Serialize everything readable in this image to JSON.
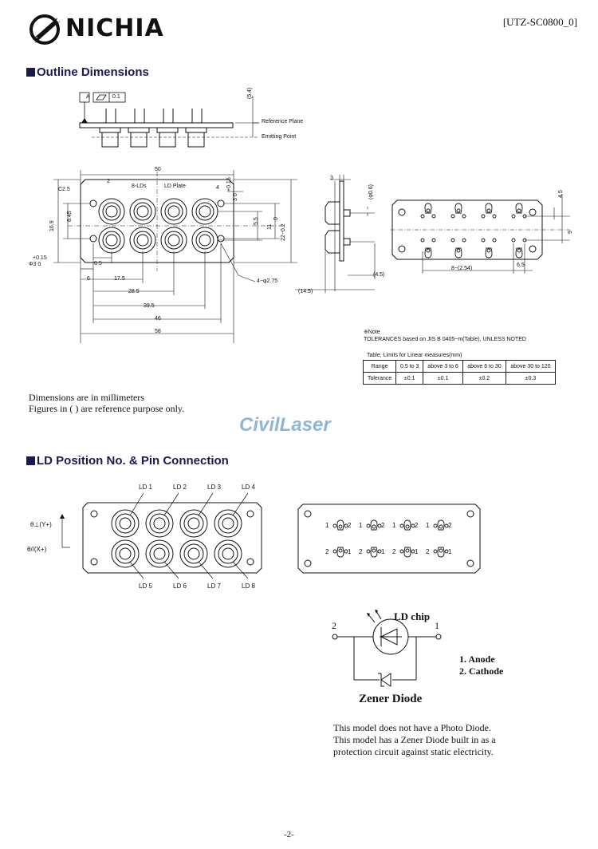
{
  "header": {
    "brand": "NICHIA",
    "doc_id": "[UTZ-SC0800_0]"
  },
  "outline": {
    "title": "Outline Dimensions",
    "side_labels": {
      "ref_plane": "Reference Plane",
      "emit_point": "Emitting Point",
      "dim_54": "(5.4)"
    },
    "datum": {
      "a": "A",
      "flat": "0.1"
    },
    "front_labels": {
      "w50": "50",
      "c25": "C2.5",
      "two": "2",
      "ld8": "8-LDs",
      "ldplate": "LD Plate",
      "four": "4",
      "d169": "16.9",
      "d845": "8.45",
      "phi3": "Φ3  0",
      "phi3tol": "+0.15",
      "d65": "6.5",
      "d6": "6",
      "d175": "17.5",
      "d285": "28.5",
      "d395": "39.5",
      "d46": "46",
      "d58": "58",
      "holes": "4−φ2.75",
      "d55": "5.5",
      "d11": "11",
      "d22": "22−0.2",
      "d22b": "0",
      "d3": "3  0",
      "d3tol": "+0.15"
    },
    "side2_labels": {
      "d3": "3",
      "phi06": "(φ0.6)",
      "d45": "(4.5)",
      "d145": "(14.5)"
    },
    "back_labels": {
      "d45": "4.5",
      "d9": "9",
      "pitch": "8−(2.54)",
      "d65": "6.5"
    },
    "tolerance": {
      "mark": "※Note",
      "line1": "TOLERANCES based on JIS B 0405−m(Table), UNLESS NOTED",
      "caption": "Table, Limits for Linear measures(mm)",
      "header": [
        "Range",
        "0.5 to 3",
        "above 3 to 6",
        "above 6 to 30",
        "above 30 to 120"
      ],
      "row": [
        "Tolerance",
        "±0.1",
        "±0.1",
        "±0.2",
        "±0.3"
      ]
    },
    "notes": [
      "Dimensions are in millimeters",
      "Figures in ( ) are reference purpose only."
    ]
  },
  "watermark": "CivilLaser",
  "pins": {
    "title": "LD Position No. & Pin Connection",
    "ld_top": [
      "LD 1",
      "LD 2",
      "LD 3",
      "LD 4"
    ],
    "ld_bottom": [
      "LD 5",
      "LD 6",
      "LD 7",
      "LD 8"
    ],
    "axis_y": "θ⊥(Y+)",
    "axis_x": "θ//(X+)",
    "pin_top": [
      "1",
      "2",
      "1",
      "2",
      "1",
      "2",
      "1",
      "2"
    ],
    "pin_bottom": [
      "2",
      "1",
      "2",
      "1",
      "2",
      "1",
      "2",
      "1"
    ],
    "circuit": {
      "ld_chip": "LD chip",
      "left_num": "2",
      "right_num": "1",
      "legend1": "1. Anode",
      "legend2": "2. Cathode",
      "zener": "Zener Diode"
    },
    "description": [
      "This model does not have a Photo Diode.",
      "This model has a Zener Diode built in as a",
      "protection circuit against static electricity."
    ]
  },
  "footer": {
    "page": "-2-"
  }
}
